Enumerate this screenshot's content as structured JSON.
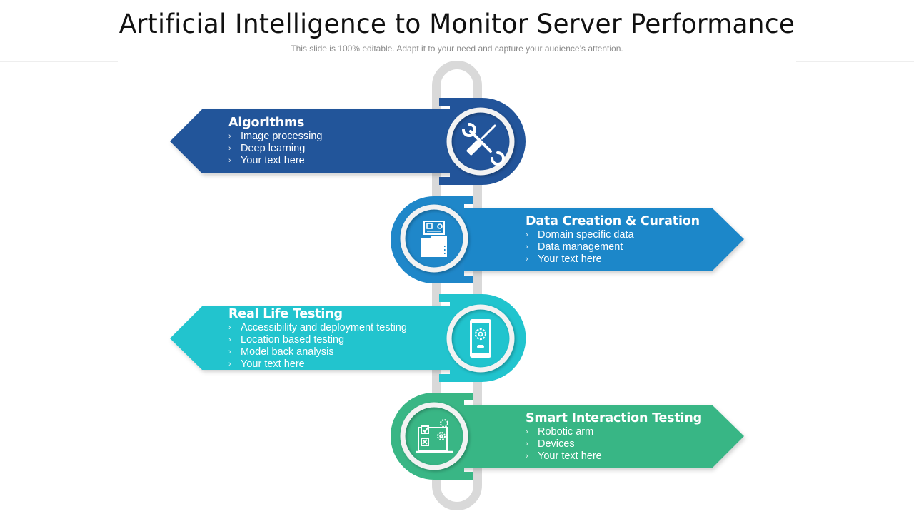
{
  "slide": {
    "title": "Artificial Intelligence to Monitor Server Performance",
    "subtitle": "This slide is 100% editable. Adapt it to your need and capture your audience’s attention."
  },
  "colors": {
    "spine": "#d9d9d9",
    "item1": "#22549a",
    "item2": "#1f87c9",
    "item3": "#21c4ce",
    "item4": "#39b685"
  },
  "bullet_glyph": "›",
  "items": [
    {
      "heading": "Algorithms",
      "icon": "wrench-screwdriver-icon",
      "points": [
        "Image processing",
        "Deep learning",
        "Your text here"
      ]
    },
    {
      "heading": "Data Creation & Curation",
      "icon": "data-folder-icon",
      "points": [
        "Domain specific data",
        "Data management",
        "Your text here"
      ]
    },
    {
      "heading": "Real Life Testing",
      "icon": "mobile-settings-icon",
      "points": [
        "Accessibility and deployment testing",
        "Location based testing",
        "Model back analysis",
        "Your text here"
      ]
    },
    {
      "heading": "Smart Interaction Testing",
      "icon": "checklist-gears-icon",
      "points": [
        "Robotic arm",
        "Devices",
        "Your text here"
      ]
    }
  ]
}
